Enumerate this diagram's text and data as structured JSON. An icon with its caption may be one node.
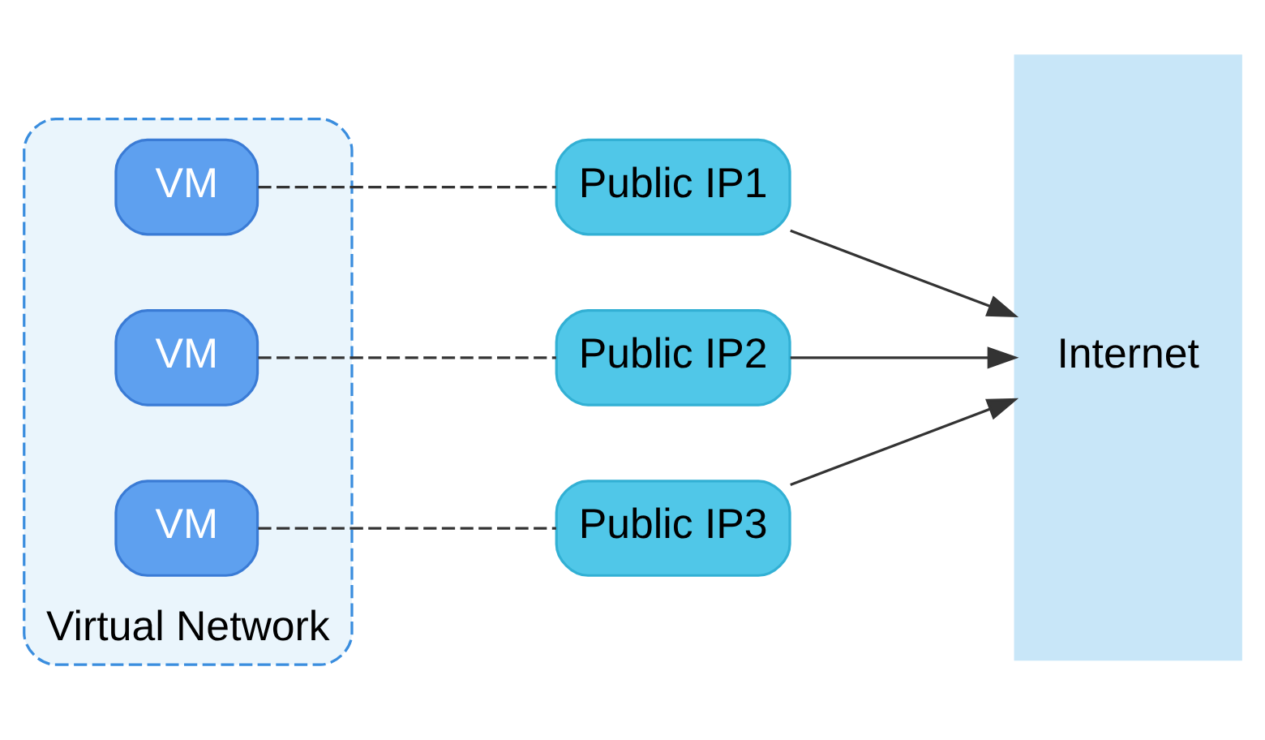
{
  "diagram": {
    "nodes": [
      {
        "text": [
          "Virtual Network"
        ]
      },
      {
        "text": [
          "VM"
        ],
        "in": 0
      },
      {
        "text": [
          "VM"
        ],
        "in": 0
      },
      {
        "text": [
          "VM"
        ],
        "in": 0
      },
      {
        "text": [
          "Public IP1"
        ]
      },
      {
        "text": [
          "Public IP2"
        ]
      },
      {
        "text": [
          "Public IP3"
        ]
      },
      {
        "text": [
          "Internet"
        ]
      }
    ],
    "edges": [
      {
        "from": 1,
        "to": 4,
        "arrow": "none",
        "style": "dashed"
      },
      {
        "from": 2,
        "to": 5,
        "arrow": "none",
        "style": "dashed"
      },
      {
        "from": 3,
        "to": 6,
        "arrow": "none",
        "style": "dashed"
      },
      {
        "from": 4,
        "to": 7,
        "arrow": "to"
      },
      {
        "from": 5,
        "to": 7,
        "arrow": "to"
      },
      {
        "from": 6,
        "to": 7,
        "arrow": "to"
      }
    ]
  }
}
